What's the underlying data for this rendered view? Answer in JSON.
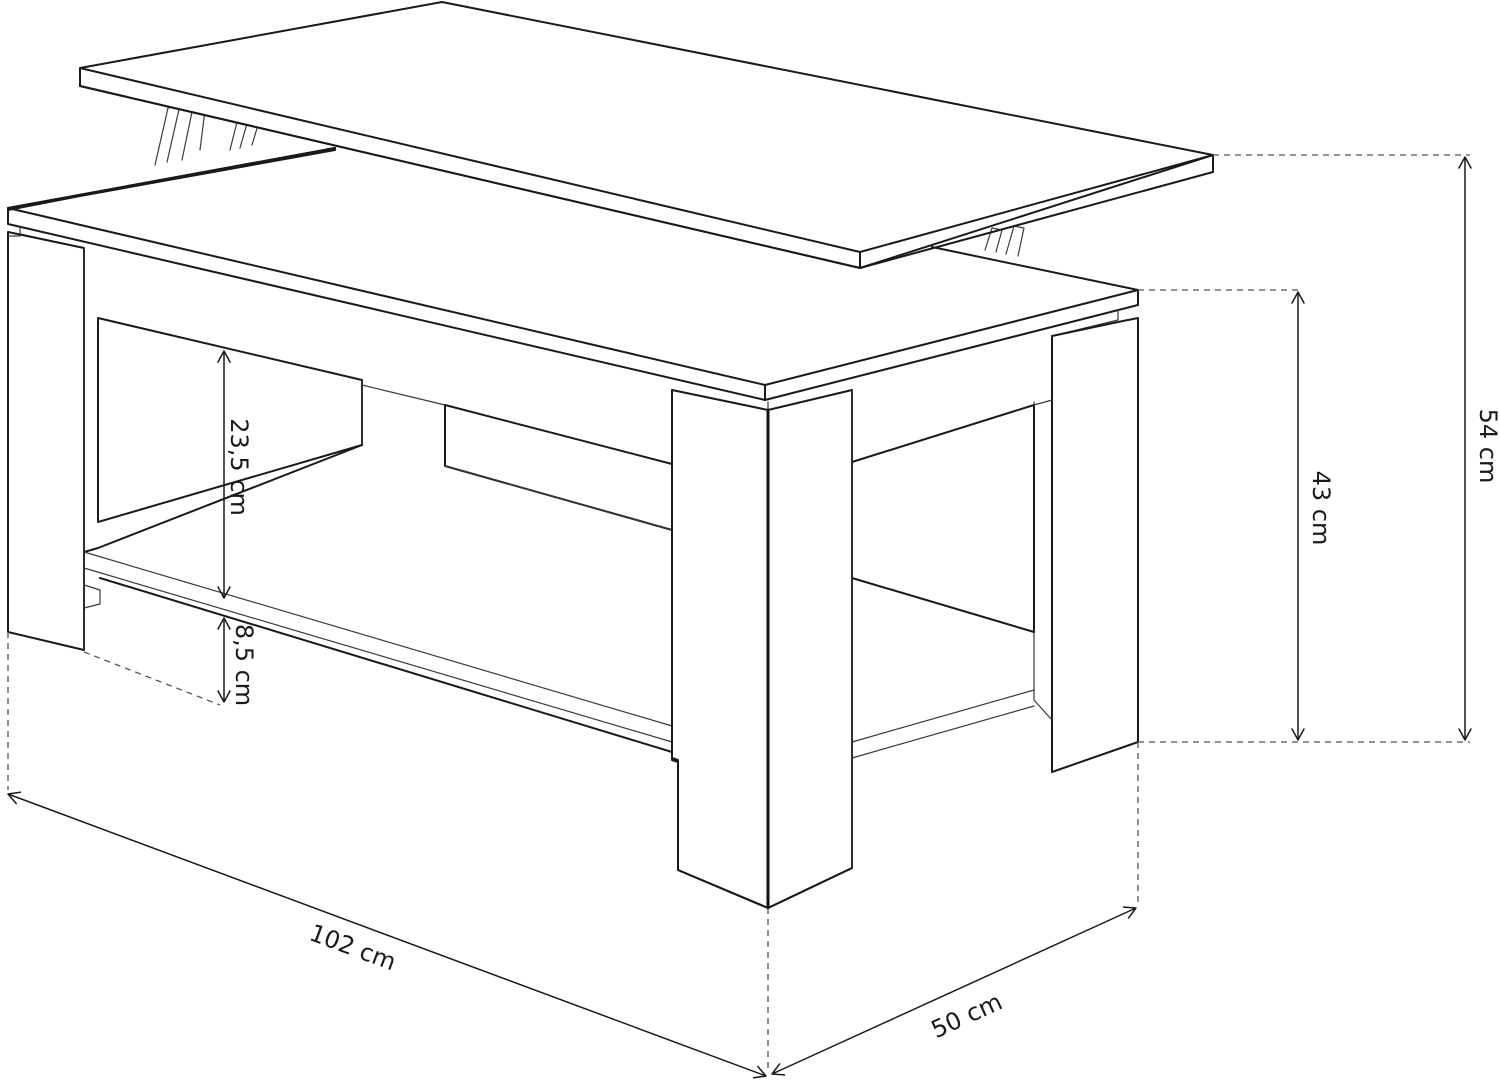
{
  "diagram": {
    "dimensions": {
      "width": "102 cm",
      "depth": "50 cm",
      "height_lifted": "54 cm",
      "height_closed": "43 cm",
      "upper_opening": "23,5 cm",
      "shelf_clearance": "8,5 cm"
    }
  }
}
